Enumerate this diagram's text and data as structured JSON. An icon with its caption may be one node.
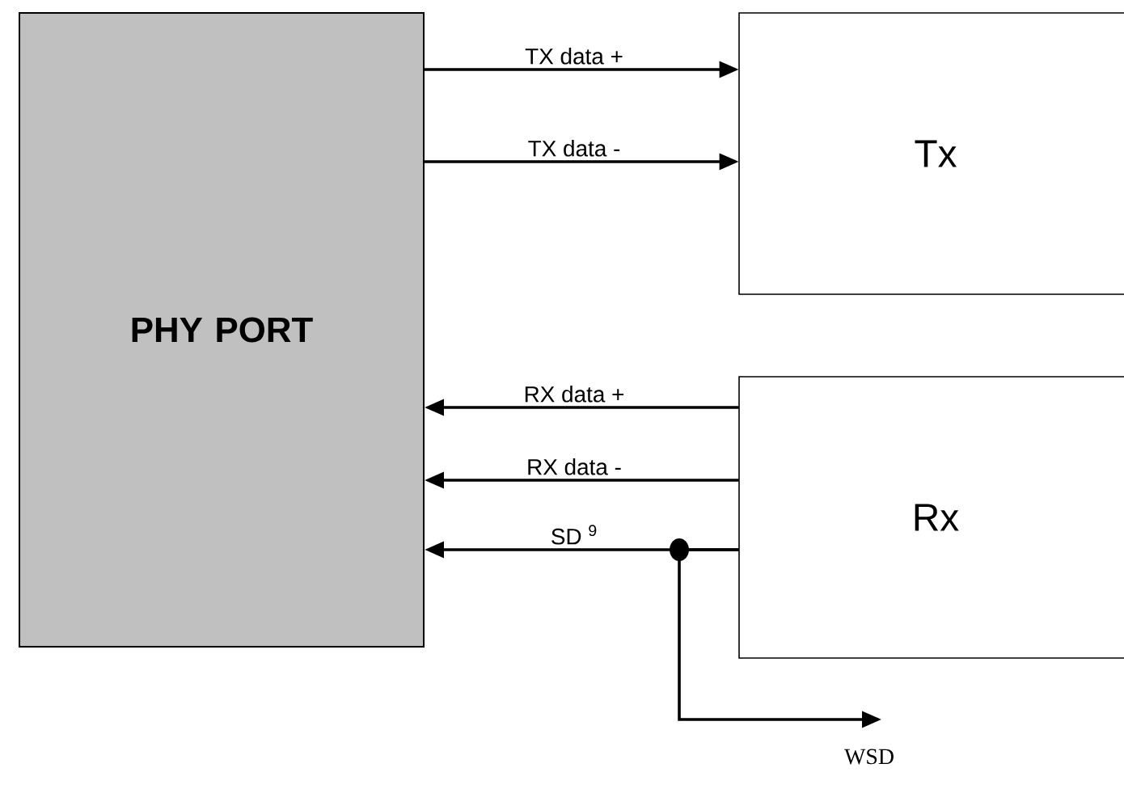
{
  "diagram": {
    "nodes": [
      {
        "text": [
          "PHY PORT"
        ]
      },
      {
        "text": [
          "Tx"
        ]
      },
      {
        "text": [
          "Rx"
        ]
      },
      {
        "text": [
          "WSD"
        ]
      }
    ],
    "edges": [
      {
        "from": 0,
        "to": 1,
        "arrow": "to",
        "label": "TX data +"
      },
      {
        "from": 0,
        "to": 1,
        "arrow": "to",
        "label": "TX data -"
      },
      {
        "from": 2,
        "to": 0,
        "arrow": "to",
        "label": "RX data +"
      },
      {
        "from": 2,
        "to": 0,
        "arrow": "to",
        "label": "RX data -"
      },
      {
        "from": 2,
        "to": 0,
        "arrow": "to",
        "label": "SD $^{9}$"
      },
      {
        "from": 2,
        "to": 3,
        "arrow": "to"
      }
    ]
  }
}
